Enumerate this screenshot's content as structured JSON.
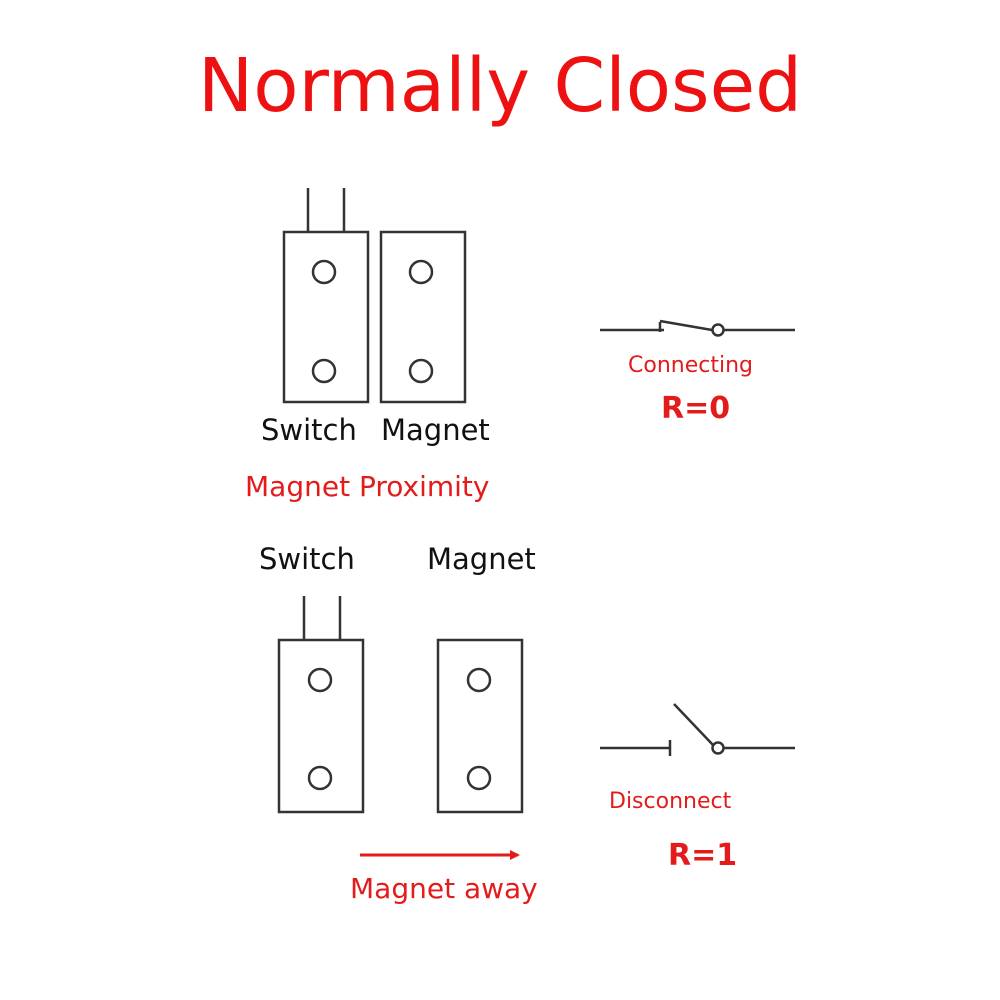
{
  "title": "Normally Closed",
  "colors": {
    "title": "#ee1111",
    "annotation": "#e41b1b",
    "drawing": "#333333"
  },
  "closed_state": {
    "switch_label": "Switch",
    "magnet_label": "Magnet",
    "caption": "Magnet Proximity",
    "status": "Connecting",
    "resistance": "R=0"
  },
  "open_state": {
    "switch_label": "Switch",
    "magnet_label": "Magnet",
    "caption": "Magnet away",
    "status": "Disconnect",
    "resistance": "R=1"
  }
}
